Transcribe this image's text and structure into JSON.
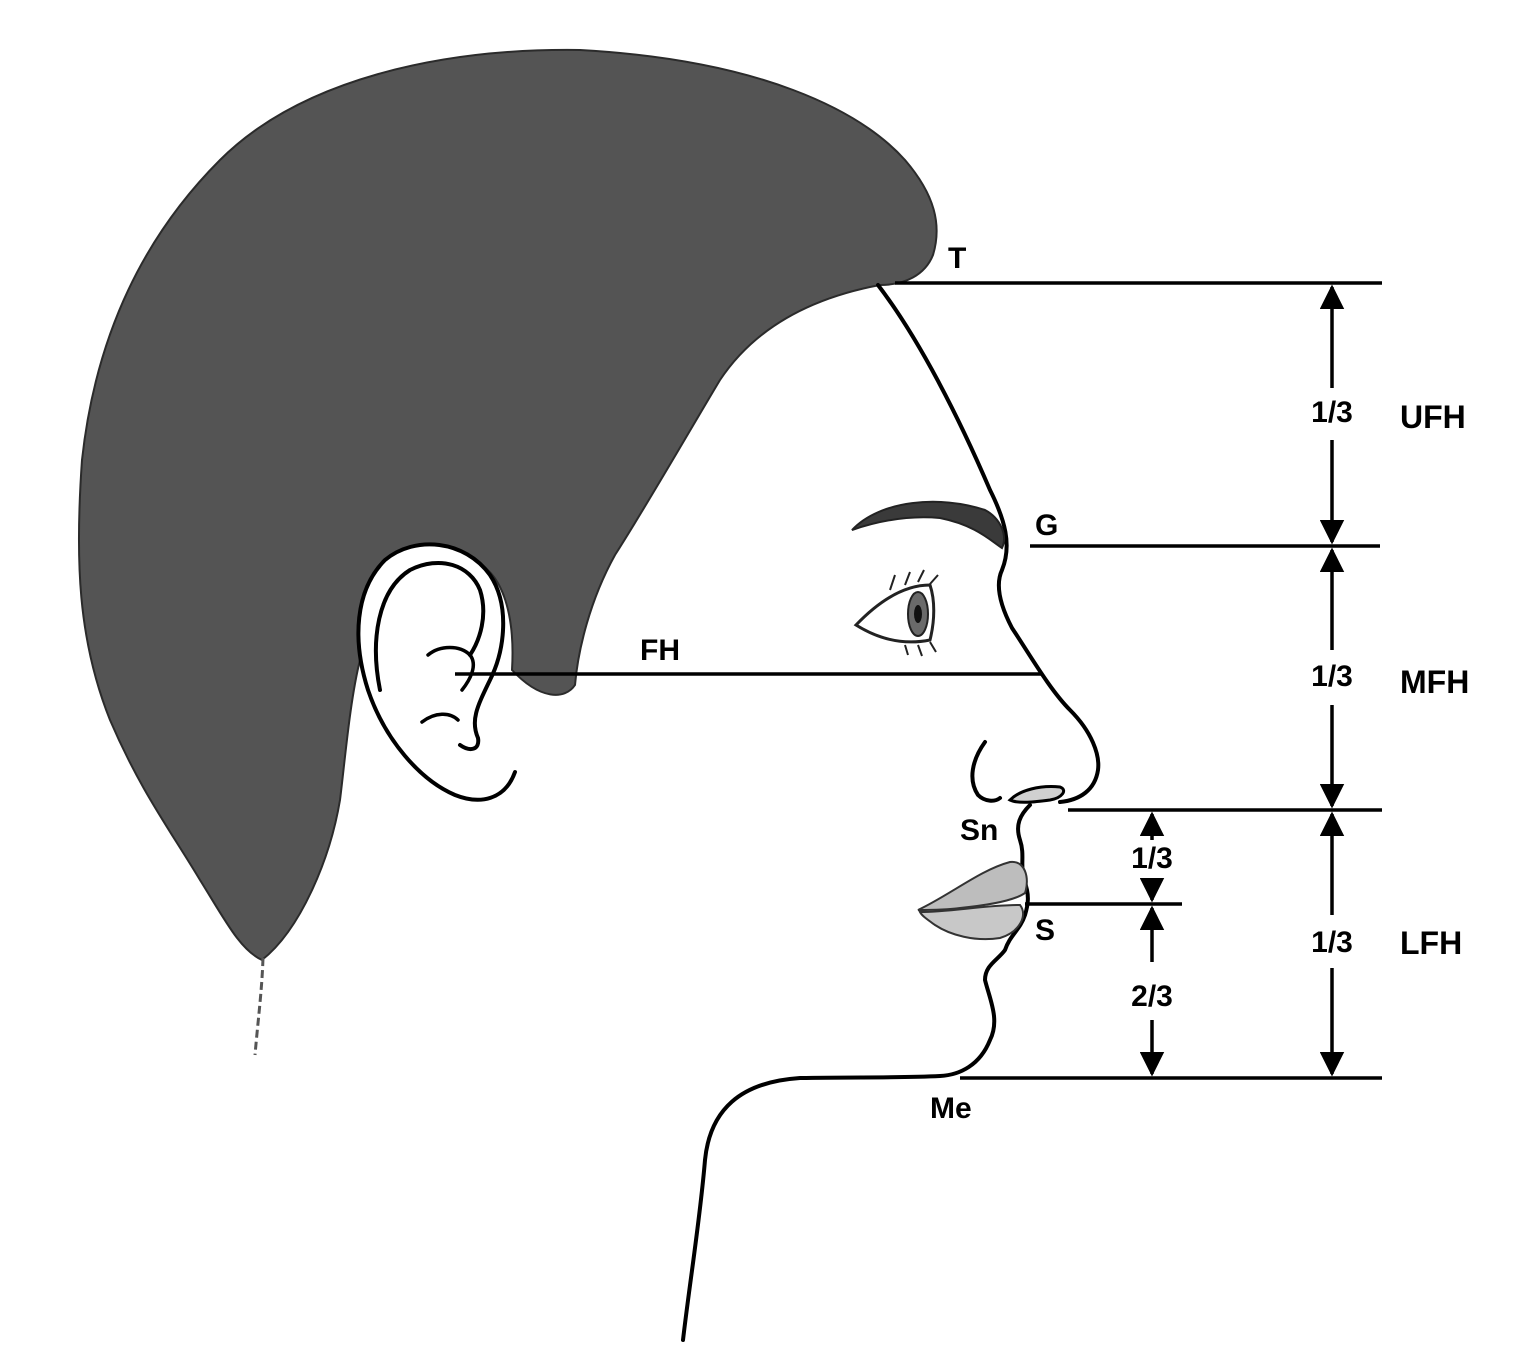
{
  "landmarks": {
    "trichion": "T",
    "glabella": "G",
    "subnasale": "Sn",
    "stomion": "S",
    "menton": "Me",
    "frankfort": "FH"
  },
  "fractions": {
    "upper_third": "1/3",
    "middle_third": "1/3",
    "lower_third": "1/3",
    "lower_upper_part": "1/3",
    "lower_lower_part": "2/3"
  },
  "regions": {
    "upper": "UFH",
    "middle": "MFH",
    "lower": "LFH"
  },
  "colors": {
    "hair": "#545454",
    "line": "#000000",
    "lip": "#bdbdbd",
    "background": "#ffffff"
  }
}
